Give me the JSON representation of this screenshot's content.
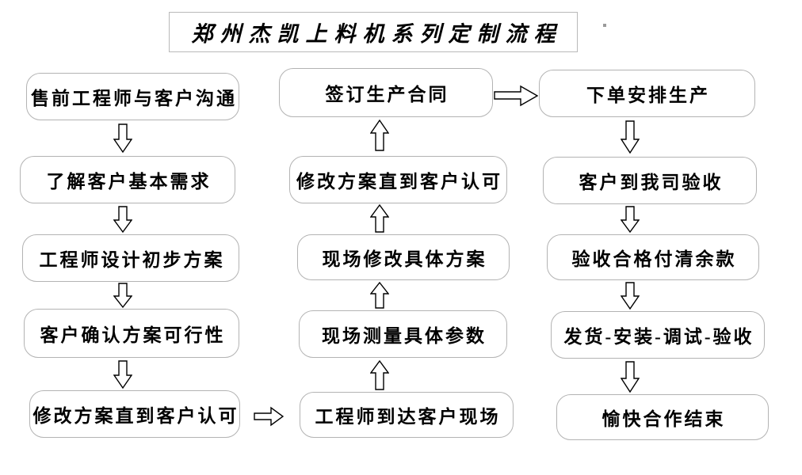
{
  "title": "郑州杰凯上料机系列定制流程",
  "flow": {
    "left": [
      "售前工程师与客户沟通",
      "了解客户基本需求",
      "工程师设计初步方案",
      "客户确认方案可行性",
      "修改方案直到客户认可"
    ],
    "middle": [
      "签订生产合同",
      "修改方案直到客户认可",
      "现场修改具体方案",
      "现场测量具体参数",
      "工程师到达客户现场"
    ],
    "right": [
      "下单安排生产",
      "客户到我司验收",
      "验收合格付清余款",
      "发货-安装-调试-验收",
      "愉快合作结束"
    ]
  },
  "icons": {
    "down_arrow": "hollow-block-arrow-down",
    "up_arrow": "hollow-block-arrow-up",
    "right_arrow": "hollow-block-arrow-right"
  },
  "colors": {
    "background": "#ffffff",
    "box_border": "#b3b3b3",
    "title_border": "#b9b9b9",
    "text": "#000000",
    "arrow_outline": "#000000",
    "arrow_fill": "#ffffff"
  }
}
